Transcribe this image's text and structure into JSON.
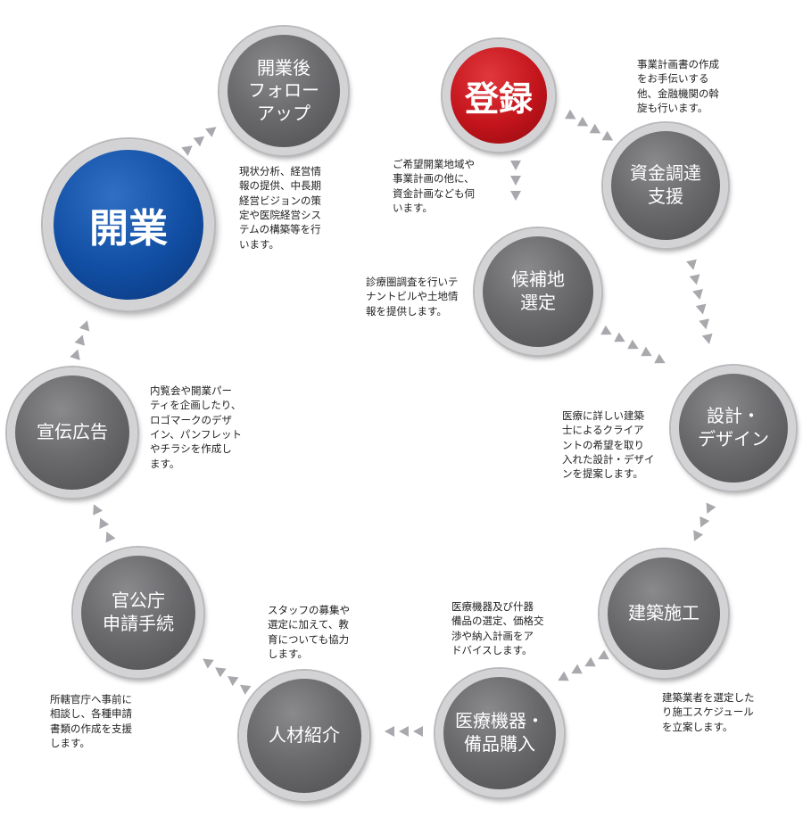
{
  "diagram": {
    "nodes": {
      "touroku": "登録",
      "shikin": "資金調達\n支援",
      "kouhochi": "候補地\n選定",
      "sekkei": "設計・\nデザイン",
      "kenchiku": "建築施工",
      "iryokiki": "医療機器・\n備品購入",
      "jinzai": "人材紹介",
      "kankocho": "官公庁\n申請手続",
      "senden": "宣伝広告",
      "kaigyo": "開業",
      "followup": "開業後\nフォロー\nアップ"
    },
    "descriptions": {
      "touroku": "事業計画書の作成\nをお手伝いする\n他、金融機関の斡\n旋も行います。",
      "shikin": "ご希望開業地域や\n事業計画の他に、\n資金計画なども伺\nいます。",
      "kouhochi": "診療圏調査を行いテ\nナントビルや土地情\n報を提供します。",
      "sekkei": "医療に詳しい建築\n士によるクライア\nントの希望を取り\n入れた設計・デザイ\nンを提案します。",
      "kenchiku": "建築業者を選定した\nり施工スケジュール\nを立案します。",
      "iryokiki": "医療機器及び什器\n備品の選定、価格交\n渉や納入計画をア\nドバイスします。",
      "jinzai": "スタッフの募集や\n選定に加えて、教\n育についても協力\nします。",
      "kankocho": "所轄官庁へ事前に\n相談し、各種申請\n書類の作成を支援\nします。",
      "senden": "内覧会や開業パー\nティを企画したり、\nロゴマークのデザ\nイン、パンフレット\nやチラシを作成し\nます。",
      "followup": "現状分析、経営情\n報の提供、中長期\n経営ビジョンの策\n定や医院経営シス\nテムの構築等を行\nいます。"
    },
    "colors": {
      "node_gray": "#6b6b6e",
      "node_red": "#c3141b",
      "node_blue": "#114ea3",
      "arrow": "#a9a9ad",
      "ring": "#d3d3d5"
    }
  }
}
